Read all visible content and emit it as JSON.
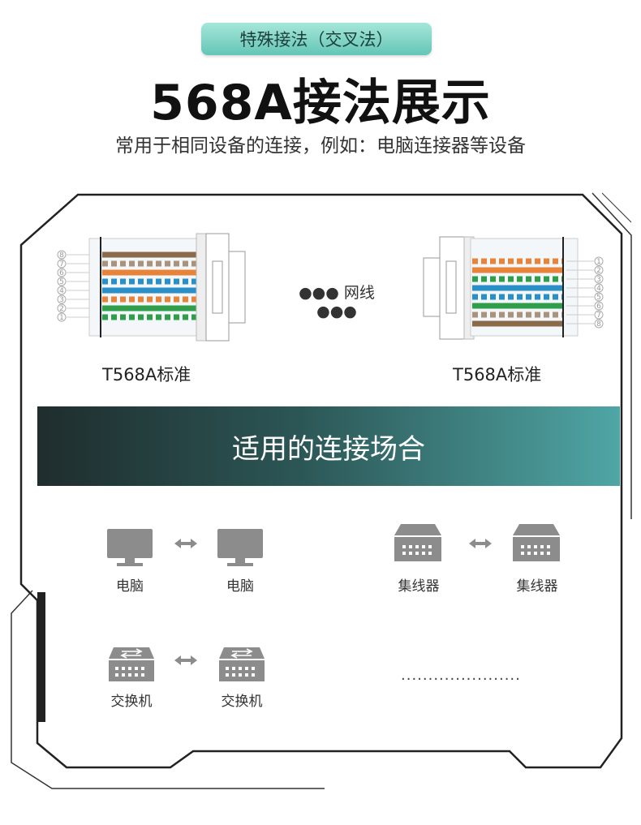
{
  "header": {
    "badge": "特殊接法（交叉法）",
    "title": "568A接法展示",
    "subtitle": "常用于相同设备的连接，例如：电脑连接器等设备"
  },
  "diagram": {
    "left_label": "T568A标准",
    "right_label": "T568A标准",
    "cable_label": "网线",
    "left_pin_numbers": [
      "8",
      "7",
      "6",
      "5",
      "4",
      "3",
      "2",
      "1"
    ],
    "right_pin_numbers": [
      "1",
      "2",
      "3",
      "4",
      "5",
      "6",
      "7",
      "8"
    ]
  },
  "section": {
    "title": "适用的连接场合"
  },
  "devices": {
    "pc_a": "电脑",
    "pc_b": "电脑",
    "hub_a": "集线器",
    "hub_b": "集线器",
    "switch_a": "交换机",
    "switch_b": "交换机",
    "more": "......................"
  },
  "colors": {
    "accent": "#5cc3b2",
    "band_start": "#1f2d2d",
    "band_end": "#4fa6a5",
    "wire_brown": "#8b6a4a",
    "wire_orange": "#e8833a",
    "wire_blue": "#2a8fc7",
    "wire_green": "#2f9e4b",
    "device_gray": "#8c8c8c"
  }
}
